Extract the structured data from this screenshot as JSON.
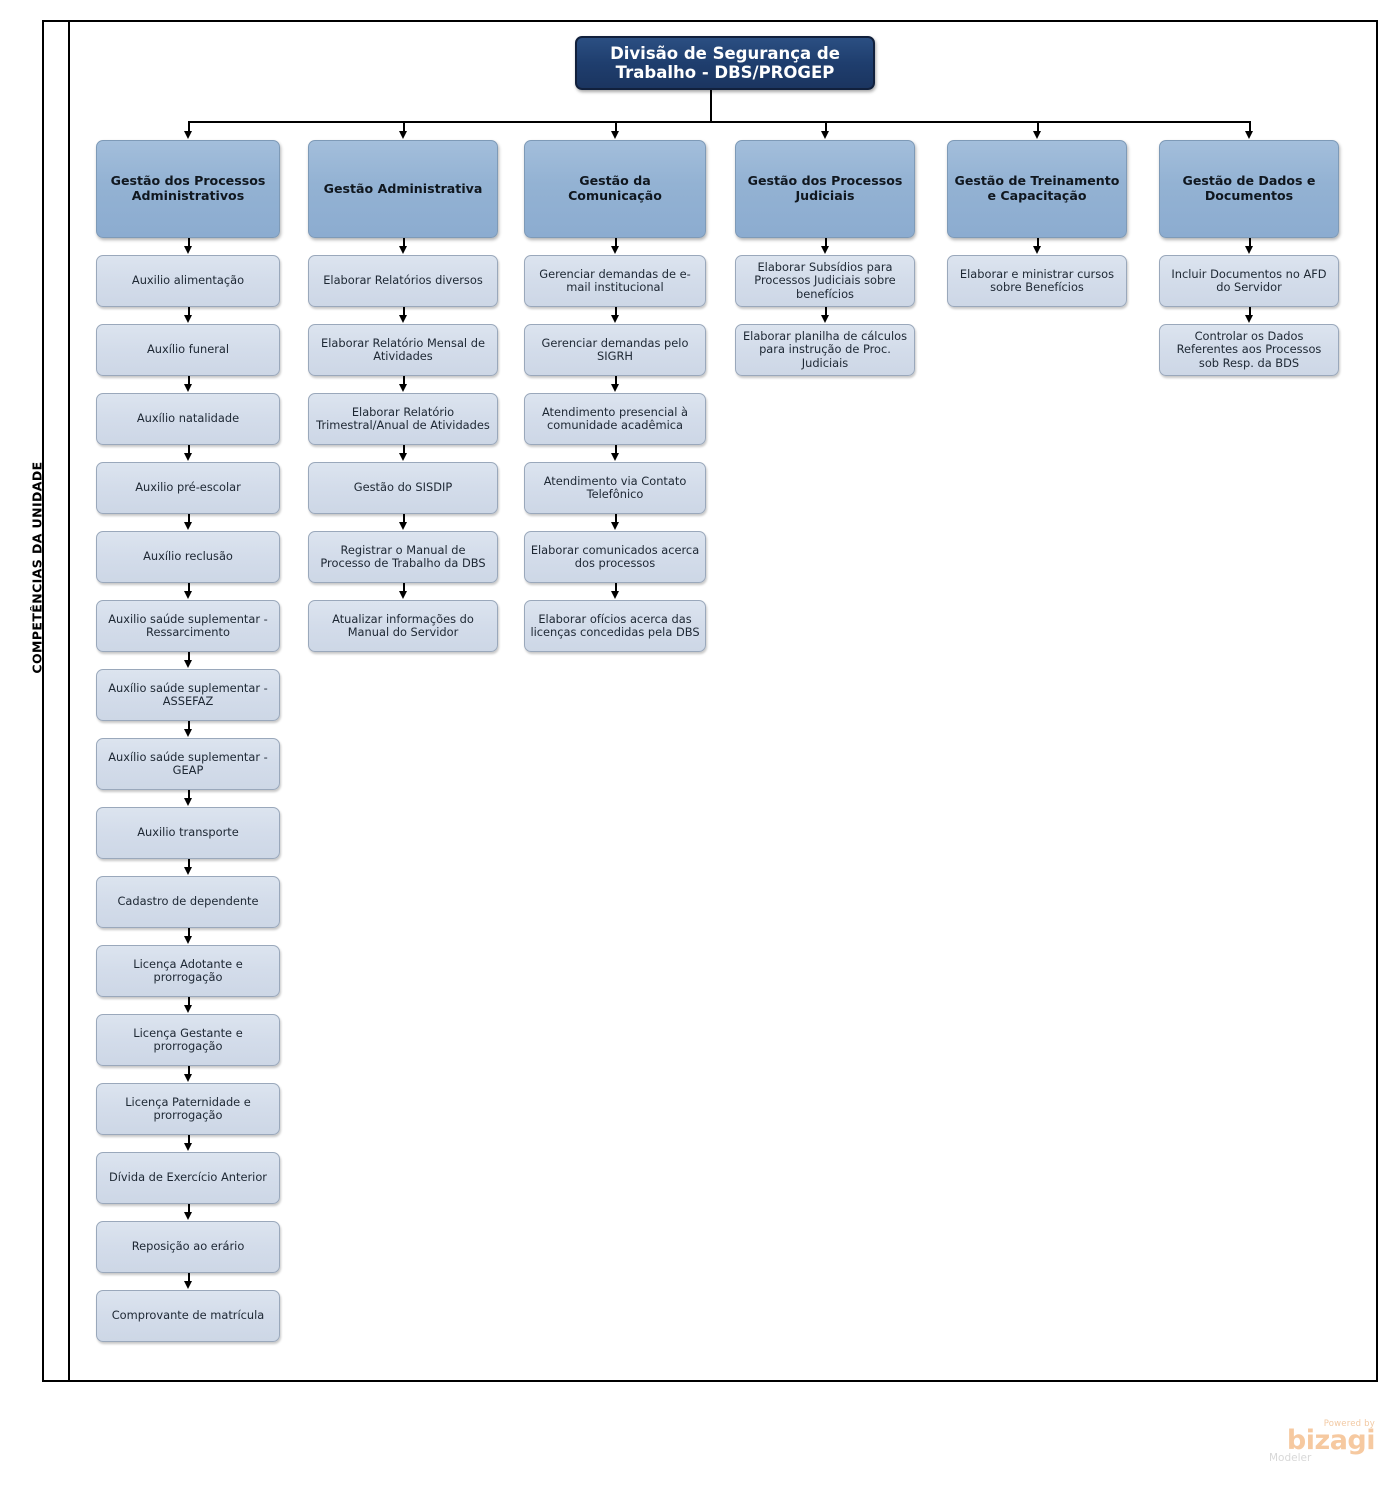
{
  "frame": {
    "side_label": "COMPETÊNCIAS DA UNIDADE"
  },
  "colors": {
    "root_fill": "#1f3e6e",
    "root_border": "#11203c",
    "category_fill": "#93b2d3",
    "category_border": "#7e9ab7",
    "task_fill": "#d3dcea",
    "task_border": "#9aa8bb",
    "connector": "#000000",
    "watermark": "#f6c9a0"
  },
  "root": {
    "label": "Divisão de Segurança de Trabalho - DBS/PROGEP"
  },
  "columns": [
    {
      "id": "gestao-processos-administrativos",
      "header": "Gestão dos Processos Administrativos",
      "tasks": [
        "Auxilio alimentação",
        "Auxílio funeral",
        "Auxílio natalidade",
        "Auxilio pré-escolar",
        "Auxílio  reclusão",
        "Auxilio saúde suplementar - Ressarcimento",
        "Auxílio saúde suplementar - ASSEFAZ",
        "Auxílio saúde suplementar - GEAP",
        "Auxilio  transporte",
        "Cadastro de dependente",
        "Licença Adotante e prorrogação",
        "Licença Gestante e prorrogação",
        "Licença Paternidade e prorrogação",
        "Dívida de Exercício Anterior",
        "Reposição ao erário",
        "Comprovante de matrícula"
      ]
    },
    {
      "id": "gestao-administrativa",
      "header": "Gestão Administrativa",
      "tasks": [
        "Elaborar Relatórios diversos",
        "Elaborar Relatório Mensal de Atividades",
        "Elaborar Relatório Trimestral/Anual de Atividades",
        "Gestão do SISDIP",
        "Registrar o Manual de Processo de Trabalho da DBS",
        "Atualizar informações do Manual do Servidor"
      ]
    },
    {
      "id": "gestao-da-comunicacao",
      "header": "Gestão da Comunicação",
      "tasks": [
        "Gerenciar demandas de e-mail institucional",
        "Gerenciar demandas pelo SIGRH",
        "Atendimento presencial à comunidade acadêmica",
        "Atendimento via Contato Telefônico",
        "Elaborar comunicados acerca dos processos",
        "Elaborar ofícios acerca das licenças concedidas pela DBS"
      ]
    },
    {
      "id": "gestao-processos-judiciais",
      "header": "Gestão dos Processos Judiciais",
      "tasks": [
        "Elaborar Subsídios para Processos Judiciais sobre benefícios",
        "Elaborar planilha de cálculos para instrução de Proc. Judiciais"
      ]
    },
    {
      "id": "gestao-treinamento-capacitacao",
      "header": "Gestão de Treinamento e Capacitação",
      "tasks": [
        "Elaborar e ministrar cursos sobre Benefícios"
      ]
    },
    {
      "id": "gestao-dados-documentos",
      "header": "Gestão de Dados e Documentos",
      "tasks": [
        "Incluir Documentos no AFD do Servidor",
        "Controlar os Dados Referentes aos Processos sob Resp. da BDS"
      ]
    }
  ],
  "watermark": {
    "powered": "Powered by",
    "wordmark": "bizagi",
    "product": "Modeler"
  }
}
